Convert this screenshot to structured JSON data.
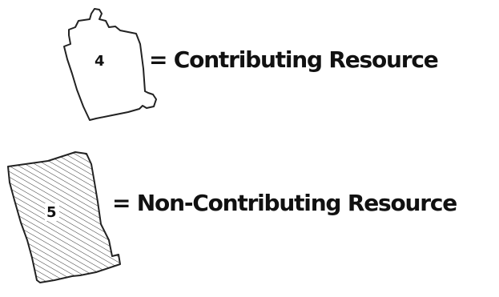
{
  "legend": {
    "items": [
      {
        "number": "4",
        "label": "= Contributing Resource",
        "style": "outline",
        "fill": "#ffffff",
        "stroke": "#222222"
      },
      {
        "number": "5",
        "label": "= Non-Contributing Resource",
        "style": "hatched",
        "fill": "#ffffff",
        "stroke": "#222222"
      }
    ]
  }
}
